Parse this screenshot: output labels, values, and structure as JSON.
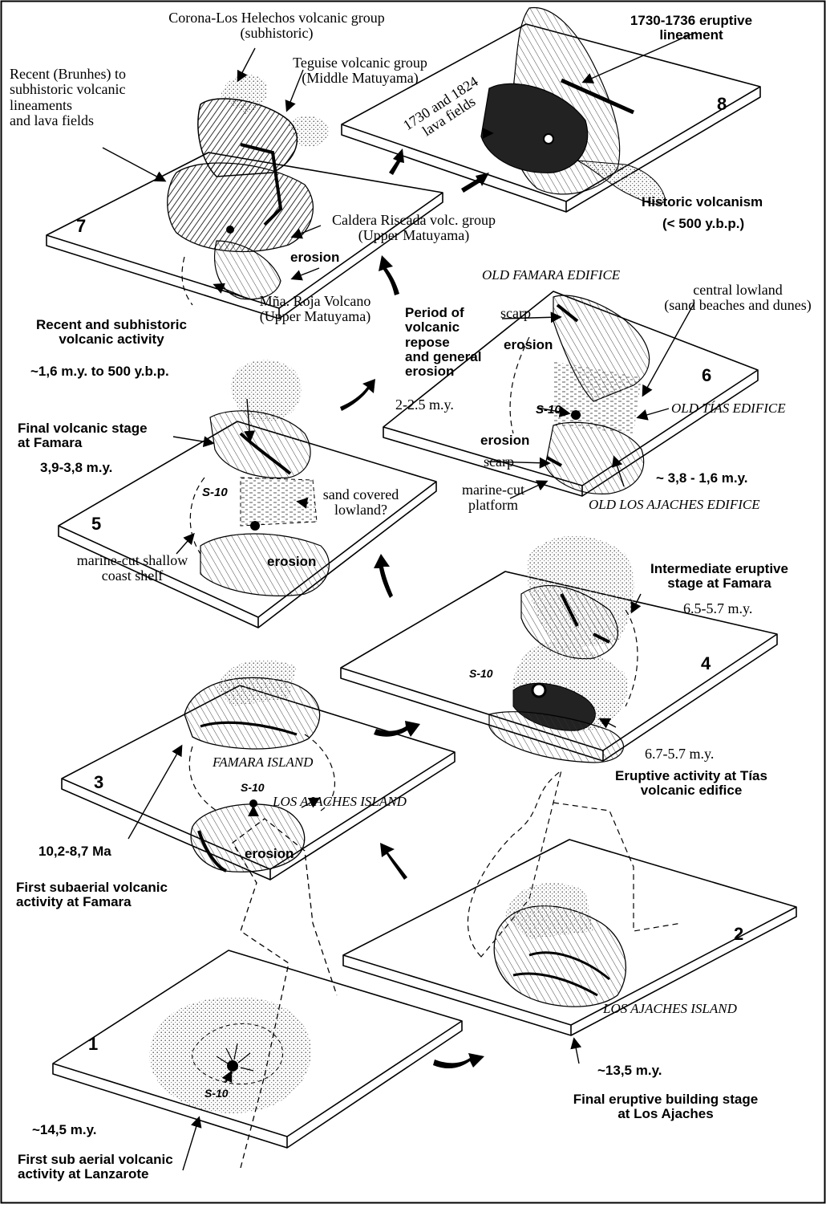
{
  "colors": {
    "ink": "#000000",
    "paper": "#ffffff",
    "stipple": "#9a9a9a"
  },
  "stages": [
    {
      "number": "1",
      "age": "~14,5 m.y.",
      "caption": [
        "First sub aerial volcanic",
        "activity at Lanzarote"
      ],
      "labels": {
        "well": "S-10"
      }
    },
    {
      "number": "2",
      "age": "~13,5 m.y.",
      "caption": [
        "Final eruptive building stage",
        "at Los Ajaches"
      ],
      "labels": {
        "island": "LOS AJACHES ISLAND"
      }
    },
    {
      "number": "3",
      "age": "10,2-8,7 Ma",
      "caption": [
        "First subaerial volcanic",
        "activity at Famara"
      ],
      "labels": {
        "island_a": "FAMARA ISLAND",
        "island_b": "LOS AJACHES ISLAND",
        "well": "S-10",
        "erosion": "erosion"
      }
    },
    {
      "number": "4",
      "age_a": "6.5-5.7 m.y.",
      "caption_a": [
        "Intermediate eruptive",
        "stage at Famara"
      ],
      "age_b": "6.7-5.7 m.y.",
      "caption_b": [
        "Eruptive activity at Tías",
        "volcanic edifice"
      ],
      "labels": {
        "well": "S-10"
      }
    },
    {
      "number": "5",
      "age": "3,9-3,8 m.y.",
      "caption": [
        "Final volcanic stage",
        "at Famara"
      ],
      "labels": {
        "well": "S-10",
        "lowland": [
          "sand covered",
          "lowland?"
        ],
        "shelf": [
          "marine-cut shallow",
          "coast shelf"
        ],
        "erosion": "erosion"
      }
    },
    {
      "number": "6",
      "age": "~ 3,8 - 1,6 m.y.",
      "labels": {
        "edifice_a": "OLD FAMARA EDIFICE",
        "edifice_b": "OLD TÍAS EDIFICE",
        "edifice_c": "OLD LOS AJACHES EDIFICE",
        "lowland": [
          "central lowland",
          "(sand beaches and dunes)"
        ],
        "scarp_a": "scarp",
        "scarp_b": "scarp",
        "erosion_a": "erosion",
        "erosion_b": "erosion",
        "well": "S-10",
        "platform": [
          "marine-cut",
          "platform"
        ]
      }
    },
    {
      "number": "7",
      "age": "~1,6 m.y. to 500 y.b.p.",
      "caption": [
        "Recent and subhistoric",
        "volcanic activity"
      ],
      "labels": {
        "corona": [
          "Corona-Los Helechos volcanic group",
          "(subhistoric)"
        ],
        "teguise": [
          "Teguise volcanic group",
          "(Middle Matuyama)"
        ],
        "lineaments": [
          "Recent (Brunhes) to",
          "subhistoric volcanic",
          "lineaments",
          "and lava fields"
        ],
        "riscada": [
          "Caldera Riscada volc. group",
          "(Upper Matuyama)"
        ],
        "erosion": "erosion",
        "roja": [
          "Mña. Roja Volcano",
          "(Upper Matuyama)"
        ]
      }
    },
    {
      "number": "8",
      "age": "(< 500 y.b.p.)",
      "caption": [
        "Historic volcanism"
      ],
      "labels": {
        "lineament": [
          "1730-1736 eruptive",
          "lineament"
        ],
        "lava": [
          "1730 and 1824",
          "lava fields"
        ]
      }
    }
  ],
  "repose": {
    "text": [
      "Period of",
      "volcanic",
      "repose",
      "and general",
      "erosion"
    ],
    "age": "2-2.5 m.y."
  }
}
